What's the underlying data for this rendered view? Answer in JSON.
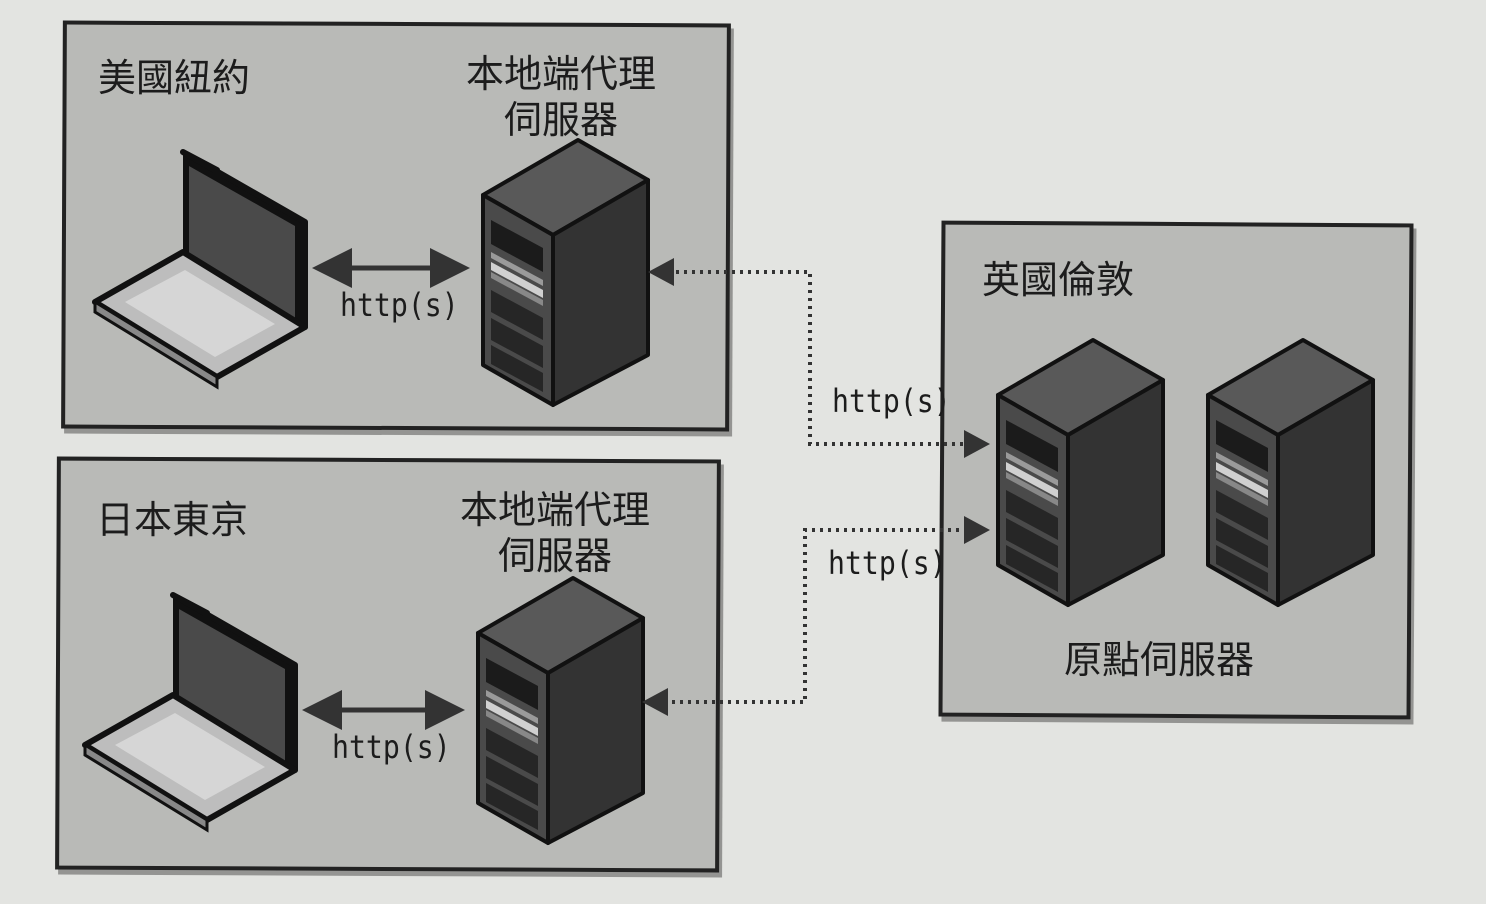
{
  "regions": {
    "new_york": {
      "name": "美國紐約",
      "proxy_label": "本地端代理\n伺服器"
    },
    "tokyo": {
      "name": "日本東京",
      "proxy_label": "本地端代理\n伺服器"
    },
    "london": {
      "name": "英國倫敦",
      "server_label": "原點伺服器"
    }
  },
  "links": {
    "ny_local": "http(s)",
    "tokyo_local": "http(s)",
    "ny_to_origin": "http(s)",
    "tokyo_to_origin": "http(s)"
  },
  "colors": {
    "page_bg": "#e3e4e1",
    "region_fill": "#b9bab7",
    "server_body": "#3e3e3e",
    "laptop_screen": "#4a4a4a"
  }
}
